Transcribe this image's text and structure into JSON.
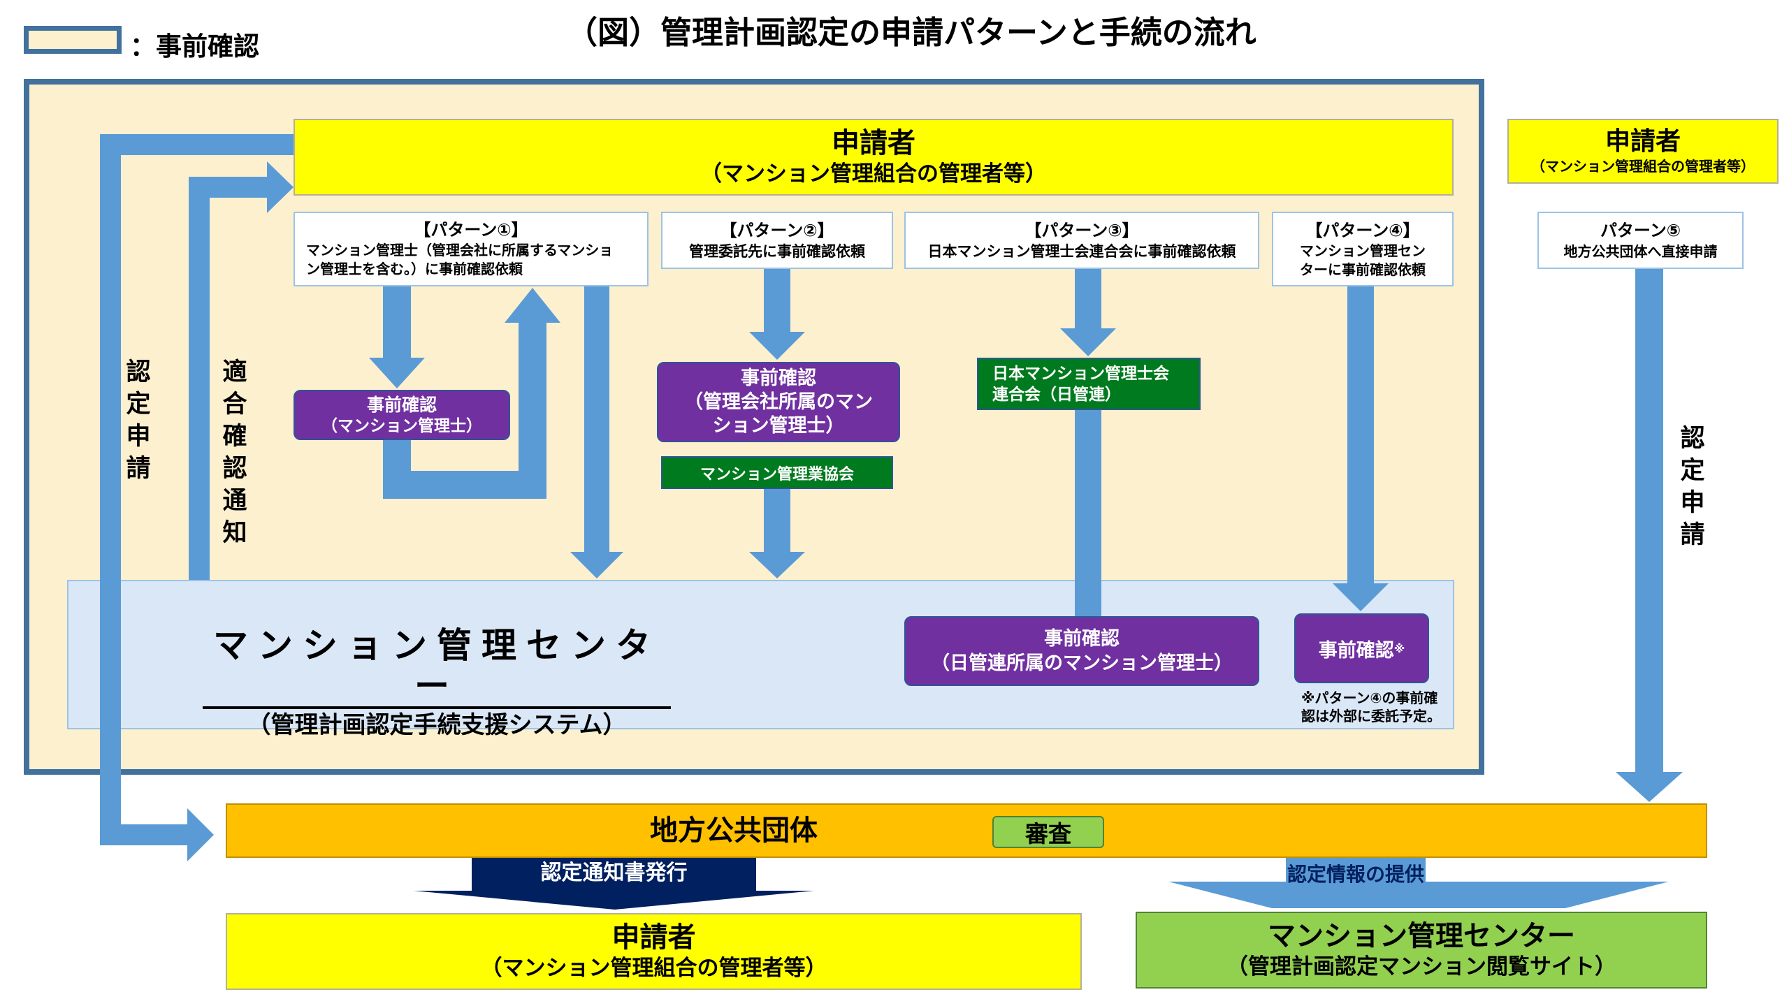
{
  "legend": {
    "label": "：事前確認",
    "box_fill": "#fdf0cf",
    "box_border": "#41719c"
  },
  "title": "（図）管理計画認定の申請パターンと手続の流れ",
  "applicant_top": {
    "title": "申請者",
    "subtitle": "（マンション管理組合の管理者等）"
  },
  "applicant_right": {
    "title": "申請者",
    "subtitle": "（マンション管理組合の管理者等）"
  },
  "pattern1": {
    "title": "【パターン①】",
    "line1": "マンション管理士（管理会社に所属するマンショ",
    "line2": "ン管理士を含む。）に事前確認依頼"
  },
  "pattern2": {
    "title": "【パターン②】",
    "line1": "管理委託先に事前確認依頼"
  },
  "pattern3": {
    "title": "【パターン③】",
    "line1": "日本マンション管理士会連合会に事前確認依頼"
  },
  "pattern4": {
    "title": "【パターン④】",
    "line1": "マンション管理セン",
    "line2": "ターに事前確認依頼"
  },
  "pattern5": {
    "title": "パターン⑤",
    "line1": "地方公共団体へ直接申請"
  },
  "check1": {
    "line1": "事前確認",
    "line2": "（マンション管理士）"
  },
  "check2": {
    "line1": "事前確認",
    "line2": "（管理会社所属のマン",
    "line3": "ション管理士）"
  },
  "assoc2": "マンション管理業協会",
  "nichikan": {
    "line1": "日本マンション管理士会",
    "line2": "連合会（日管連）"
  },
  "check3": {
    "line1": "事前確認",
    "line2": "（日管連所属のマンション管理士）"
  },
  "check4": {
    "label": "事前確認",
    "mark": "※"
  },
  "note4": {
    "line1": "※パターン④の事前確",
    "line2": "認は外部に委託予定。"
  },
  "center": {
    "title": "マンション管理センター",
    "subtitle": "（管理計画認定手続支援システム）"
  },
  "left_labels": {
    "nintei": "認\n定\n申\n請",
    "tekigo": "適\n合\n確\n認\n通\n知"
  },
  "right_label": "認\n定\n申\n請",
  "local_gov": {
    "title": "地方公共団体",
    "review": "審査"
  },
  "issue_label": "認定通知書発行",
  "provide_label": "認定情報の提供",
  "applicant_bottom": {
    "title": "申請者",
    "subtitle": "（マンション管理組合の管理者等）"
  },
  "center_bottom": {
    "title": "マンション管理センター",
    "subtitle": "（管理計画認定マンション閲覧サイト）"
  },
  "colors": {
    "arrow": "#5b9bd5",
    "yellow": "#ffff00",
    "purple": "#7030a0",
    "green": "#007a1f",
    "gov": "#ffc000",
    "review": "#92d050",
    "dark_navy": "#002060",
    "light_green": "#92d050"
  }
}
